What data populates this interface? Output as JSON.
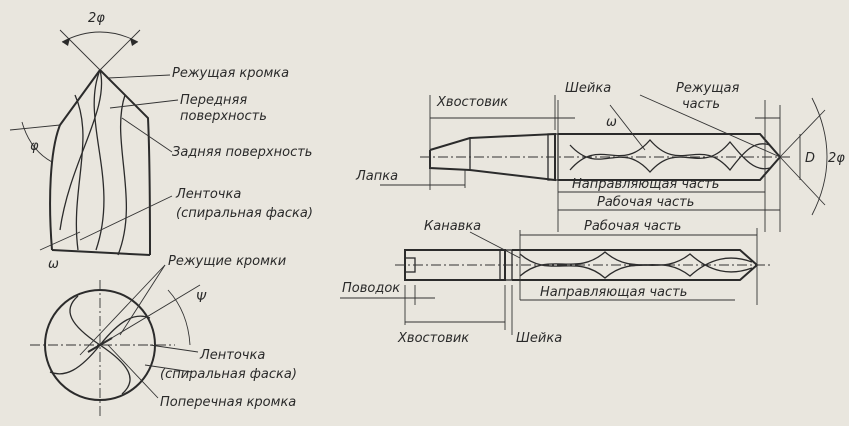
{
  "labels": {
    "angle_2phi": "2φ",
    "cutting_edge": "Режущая кромка",
    "rake_face_line1": "Передняя",
    "rake_face_line2": "поверхность",
    "flank_face": "Задняя поверхность",
    "phi": "φ",
    "land_line1": "Ленточка",
    "land_line2": "(спиральная фаска)",
    "omega": "ω",
    "cutting_edges": "Режущие кромки",
    "psi": "Ψ",
    "land2_line1": "Ленточка",
    "land2_line2": "(спиральная фаска)",
    "chisel_edge": "Поперечная кромка",
    "shank_top": "Хвостовик",
    "neck_top": "Шейка",
    "cutting_part_line1": "Режущая",
    "cutting_part_line2": "часть",
    "omega2": "ω",
    "tang": "Лапка",
    "D": "D",
    "angle_2phi_right": "2φ",
    "guide_part_top": "Направляющая часть",
    "working_part_top": "Рабочая часть",
    "groove": "Канавка",
    "working_part_bottom": "Рабочая часть",
    "driver": "Поводок",
    "guide_part_bottom": "Направляющая часть",
    "shank_bottom": "Хвостовик",
    "neck_bottom": "Шейка"
  }
}
